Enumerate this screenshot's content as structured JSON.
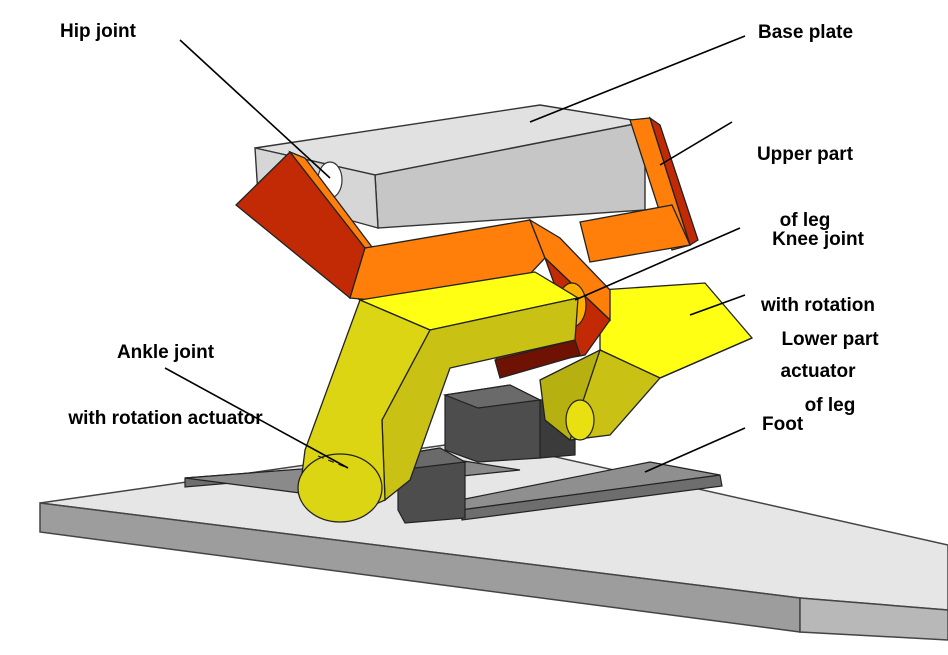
{
  "labels": {
    "hip_joint": "Hip joint",
    "base_plate": "Base plate",
    "upper_leg_line1": "Upper part",
    "upper_leg_line2": "of leg",
    "knee_line1": "Knee joint",
    "knee_line2": "with rotation",
    "knee_line3": "actuator",
    "lower_leg_line1": "Lower part",
    "lower_leg_line2": "of leg",
    "ankle_line1": "Ankle joint",
    "ankle_line2": "with rotation actuator",
    "foot": "Foot"
  },
  "colors": {
    "ground_top": "#e6e6e6",
    "ground_side": "#9d9d9d",
    "base_plate_top": "#dcdcdc",
    "base_plate_front": "#bdbdbd",
    "upper_leg_light": "#ff7f0a",
    "upper_leg_dark": "#c22a05",
    "upper_leg_shadow": "#6f1203",
    "lower_leg_light": "#ffff14",
    "lower_leg_dark": "#c9c214",
    "foot_plate": "#6e6e6e",
    "foot_block": "#4d4d4d"
  }
}
